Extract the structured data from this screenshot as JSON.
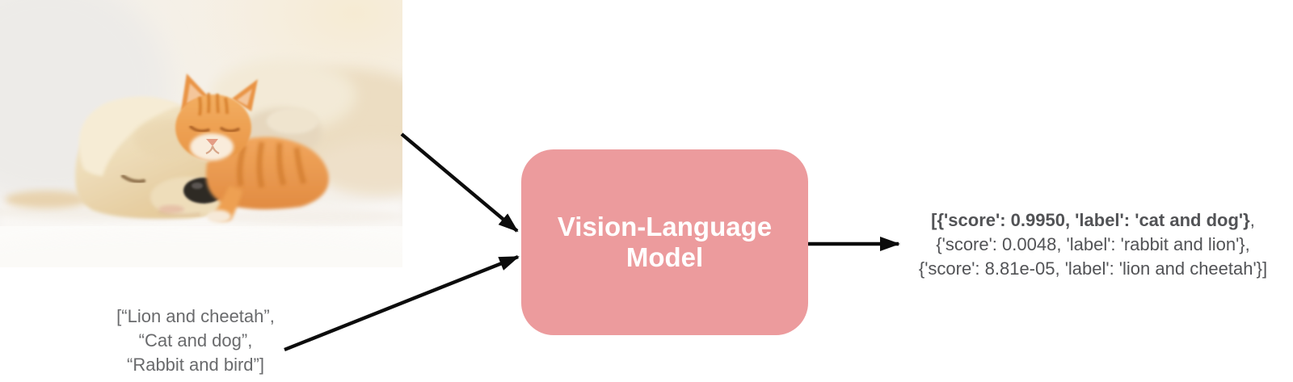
{
  "photo": {
    "alt": "Sleeping cream puppy with an orange tabby kitten resting on its head, on a white blanket"
  },
  "input_text": {
    "lines": [
      "[“Lion and cheetah”,",
      "“Cat and dog”,",
      "“Rabbit and bird”]"
    ]
  },
  "model_box": {
    "lines": [
      "Vision-Language",
      "Model"
    ]
  },
  "output_text": {
    "line1_bold": "[{'score': 0.9950, 'label': 'cat and dog'}",
    "line1_tail": ",",
    "line2": "{'score': 0.0048, 'label': 'rabbit and lion'},",
    "line3": "{'score': 8.81e-05, 'label': 'lion and cheetah'}]"
  },
  "colors": {
    "model_box_fill": "#EC9B9D",
    "model_box_text": "#FFFFFF",
    "arrow": "#0C0C0C",
    "input_text": "#696A6C",
    "output_text": "#525356"
  }
}
